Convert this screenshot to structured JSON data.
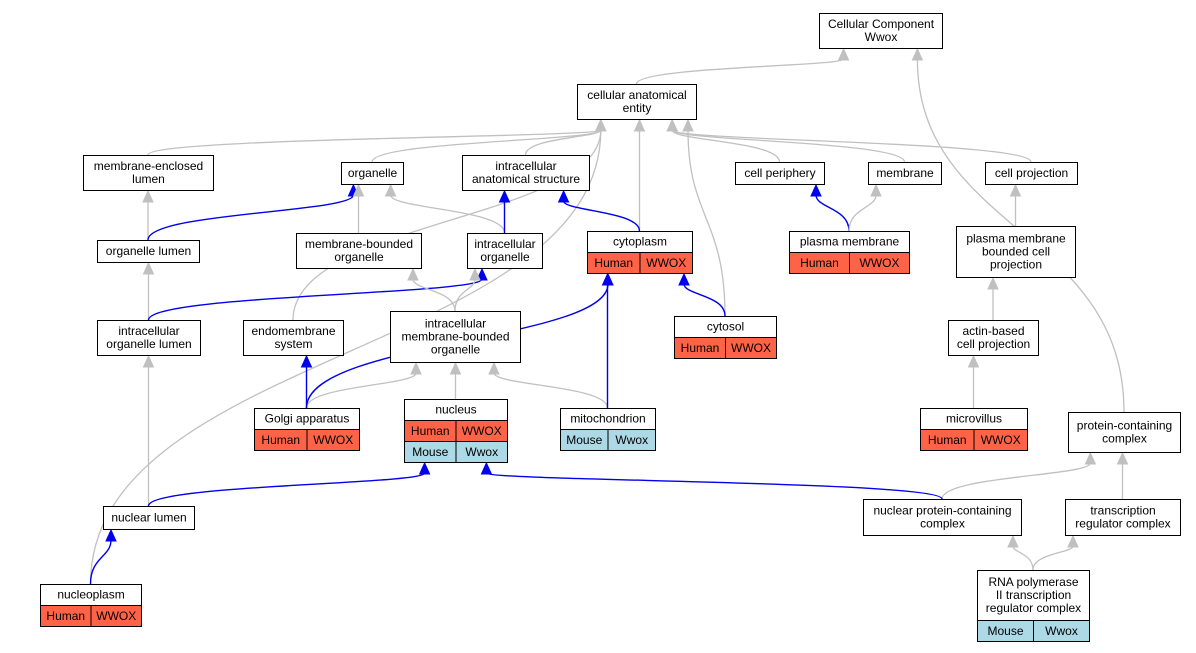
{
  "colors": {
    "human": "#ff6347",
    "mouse": "#add8e6",
    "edge_is_a": "#c0c0c0",
    "edge_part_of": "#0000ee"
  },
  "nodes": {
    "root": [
      "Cellular Component",
      "Wwox"
    ],
    "cae": [
      "cellular anatomical",
      "entity"
    ],
    "mel": [
      "membrane-enclosed",
      "lumen"
    ],
    "organelle": [
      "organelle"
    ],
    "ias": [
      "intracellular",
      "anatomical structure"
    ],
    "cellper": [
      "cell periphery"
    ],
    "membrane": [
      "membrane"
    ],
    "cellproj": [
      "cell projection"
    ],
    "orglumen": [
      "organelle lumen"
    ],
    "mbo": [
      "membrane-bounded",
      "organelle"
    ],
    "intorg": [
      "intracellular",
      "organelle"
    ],
    "cytoplasm": [
      "cytoplasm"
    ],
    "plasmamem": [
      "plasma membrane"
    ],
    "pmbcp": [
      "plasma membrane",
      "bounded cell",
      "projection"
    ],
    "iol": [
      "intracellular",
      "organelle lumen"
    ],
    "endo": [
      "endomembrane",
      "system"
    ],
    "imbo": [
      "intracellular",
      "membrane-bounded",
      "organelle"
    ],
    "cytosol": [
      "cytosol"
    ],
    "abcp": [
      "actin-based",
      "cell projection"
    ],
    "golgi": [
      "Golgi apparatus"
    ],
    "nucleus": [
      "nucleus"
    ],
    "mito": [
      "mitochondrion"
    ],
    "microvillus": [
      "microvillus"
    ],
    "pcc": [
      "protein-containing",
      "complex"
    ],
    "nuclumen": [
      "nuclear lumen"
    ],
    "npcc": [
      "nuclear protein-containing",
      "complex"
    ],
    "trc": [
      "transcription",
      "regulator complex"
    ],
    "nucleoplasm": [
      "nucleoplasm"
    ],
    "rnap": [
      "RNA polymerase",
      "II transcription",
      "regulator complex"
    ]
  },
  "annotations": {
    "cytoplasm": [
      [
        "Human",
        "WWOX"
      ]
    ],
    "plasmamem": [
      [
        "Human",
        "WWOX"
      ]
    ],
    "cytosol": [
      [
        "Human",
        "WWOX"
      ]
    ],
    "golgi": [
      [
        "Human",
        "WWOX"
      ]
    ],
    "nucleus": [
      [
        "Human",
        "WWOX"
      ],
      [
        "Mouse",
        "Wwox"
      ]
    ],
    "mito": [
      [
        "Mouse",
        "Wwox"
      ]
    ],
    "microvillus": [
      [
        "Human",
        "WWOX"
      ]
    ],
    "nucleoplasm": [
      [
        "Human",
        "WWOX"
      ]
    ],
    "rnap": [
      [
        "Mouse",
        "Wwox"
      ]
    ]
  },
  "edges": [
    {
      "from": "cae",
      "to": "root",
      "type": "is_a"
    },
    {
      "from": "pcc",
      "to": "root",
      "type": "is_a"
    },
    {
      "from": "mel",
      "to": "cae",
      "type": "is_a"
    },
    {
      "from": "organelle",
      "to": "cae",
      "type": "is_a"
    },
    {
      "from": "ias",
      "to": "cae",
      "type": "is_a"
    },
    {
      "from": "cellper",
      "to": "cae",
      "type": "is_a"
    },
    {
      "from": "membrane",
      "to": "cae",
      "type": "is_a"
    },
    {
      "from": "cellproj",
      "to": "cae",
      "type": "is_a"
    },
    {
      "from": "cytoplasm",
      "to": "cae",
      "type": "is_a"
    },
    {
      "from": "cytosol",
      "to": "cae",
      "type": "is_a"
    },
    {
      "from": "endo",
      "to": "cae",
      "type": "is_a"
    },
    {
      "from": "nucleoplasm",
      "to": "cae",
      "type": "is_a"
    },
    {
      "from": "orglumen",
      "to": "mel",
      "type": "is_a"
    },
    {
      "from": "orglumen",
      "to": "organelle",
      "type": "part_of"
    },
    {
      "from": "mbo",
      "to": "organelle",
      "type": "is_a"
    },
    {
      "from": "intorg",
      "to": "organelle",
      "type": "is_a"
    },
    {
      "from": "intorg",
      "to": "ias",
      "type": "part_of"
    },
    {
      "from": "cytoplasm",
      "to": "ias",
      "type": "part_of"
    },
    {
      "from": "plasmamem",
      "to": "cellper",
      "type": "part_of"
    },
    {
      "from": "plasmamem",
      "to": "membrane",
      "type": "is_a"
    },
    {
      "from": "pmbcp",
      "to": "cellproj",
      "type": "is_a"
    },
    {
      "from": "iol",
      "to": "orglumen",
      "type": "is_a"
    },
    {
      "from": "iol",
      "to": "intorg",
      "type": "part_of"
    },
    {
      "from": "imbo",
      "to": "mbo",
      "type": "is_a"
    },
    {
      "from": "imbo",
      "to": "intorg",
      "type": "is_a"
    },
    {
      "from": "cytosol",
      "to": "cytoplasm",
      "type": "part_of"
    },
    {
      "from": "abcp",
      "to": "pmbcp",
      "type": "is_a"
    },
    {
      "from": "golgi",
      "to": "endo",
      "type": "part_of"
    },
    {
      "from": "golgi",
      "to": "imbo",
      "type": "is_a"
    },
    {
      "from": "golgi",
      "to": "cytoplasm",
      "type": "part_of"
    },
    {
      "from": "nucleus",
      "to": "imbo",
      "type": "is_a"
    },
    {
      "from": "mito",
      "to": "imbo",
      "type": "is_a"
    },
    {
      "from": "mito",
      "to": "cytoplasm",
      "type": "part_of"
    },
    {
      "from": "microvillus",
      "to": "abcp",
      "type": "is_a"
    },
    {
      "from": "nuclumen",
      "to": "iol",
      "type": "is_a"
    },
    {
      "from": "nuclumen",
      "to": "nucleus",
      "type": "part_of"
    },
    {
      "from": "npcc",
      "to": "pcc",
      "type": "is_a"
    },
    {
      "from": "npcc",
      "to": "nucleus",
      "type": "part_of"
    },
    {
      "from": "trc",
      "to": "pcc",
      "type": "is_a"
    },
    {
      "from": "nucleoplasm",
      "to": "nuclumen",
      "type": "part_of"
    },
    {
      "from": "rnap",
      "to": "npcc",
      "type": "is_a"
    },
    {
      "from": "rnap",
      "to": "trc",
      "type": "is_a"
    }
  ]
}
